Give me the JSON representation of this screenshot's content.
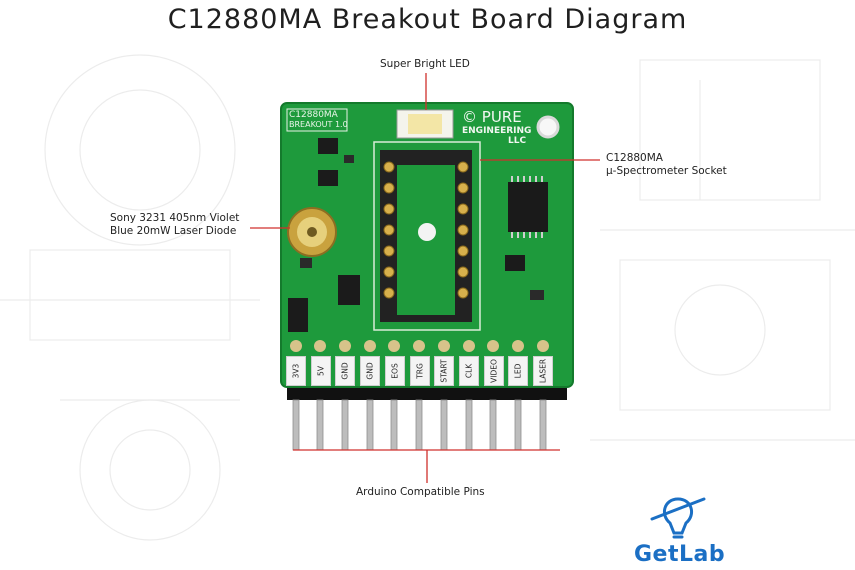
{
  "title": "C12880MA Breakout Board Diagram",
  "callouts": {
    "led": "Super Bright LED",
    "socket_line1": "C12880MA",
    "socket_line2": "µ-Spectrometer Socket",
    "laser_line1": "Sony 3231 405nm Violet",
    "laser_line2": "Blue 20mW Laser Diode",
    "pins": "Arduino Compatible Pins"
  },
  "board": {
    "silk_name_line1": "C12880MA",
    "silk_name_line2": "BREAKOUT 1.0",
    "maker_line1": "© PURE",
    "maker_line2": "ENGINEERING",
    "maker_line3": "LLC",
    "pin_labels": [
      "3V3",
      "5V",
      "GND",
      "GND",
      "EOS",
      "TRG",
      "START",
      "CLK",
      "VIDEO",
      "LED",
      "LASER"
    ]
  },
  "logo": {
    "text": "GetLab"
  },
  "colors": {
    "pcb": "#1e9a3c",
    "pcb_dark": "#157a2d",
    "callout_line": "#d0312d",
    "logo": "#1b6fc4",
    "pins": "#b9b9b9"
  }
}
